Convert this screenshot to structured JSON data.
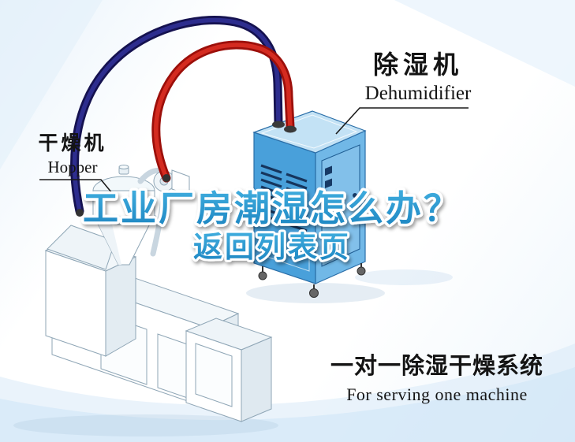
{
  "labels": {
    "dehumidifier": {
      "zh": "除湿机",
      "en": "Dehumidifier"
    },
    "hopper": {
      "zh": "干燥机",
      "en": "Hopper"
    }
  },
  "headline": {
    "line1": "工业厂房潮湿怎么办？",
    "line2": "返回列表页"
  },
  "caption": {
    "zh": "一对一除湿干燥系统",
    "en": "For serving one machine"
  },
  "colors": {
    "headline_light": "#3fadde",
    "headline_dark": "#1e86c2",
    "pipe_red": "#d42b20",
    "pipe_red_dark": "#9c0f0a",
    "pipe_navy": "#2d2d8e",
    "pipe_navy_dark": "#151250",
    "dehumidifier_front": "#49a0da",
    "dehumidifier_side": "#71b8e7",
    "dehumidifier_top": "#c3e2f5",
    "label_text": "#141414"
  }
}
